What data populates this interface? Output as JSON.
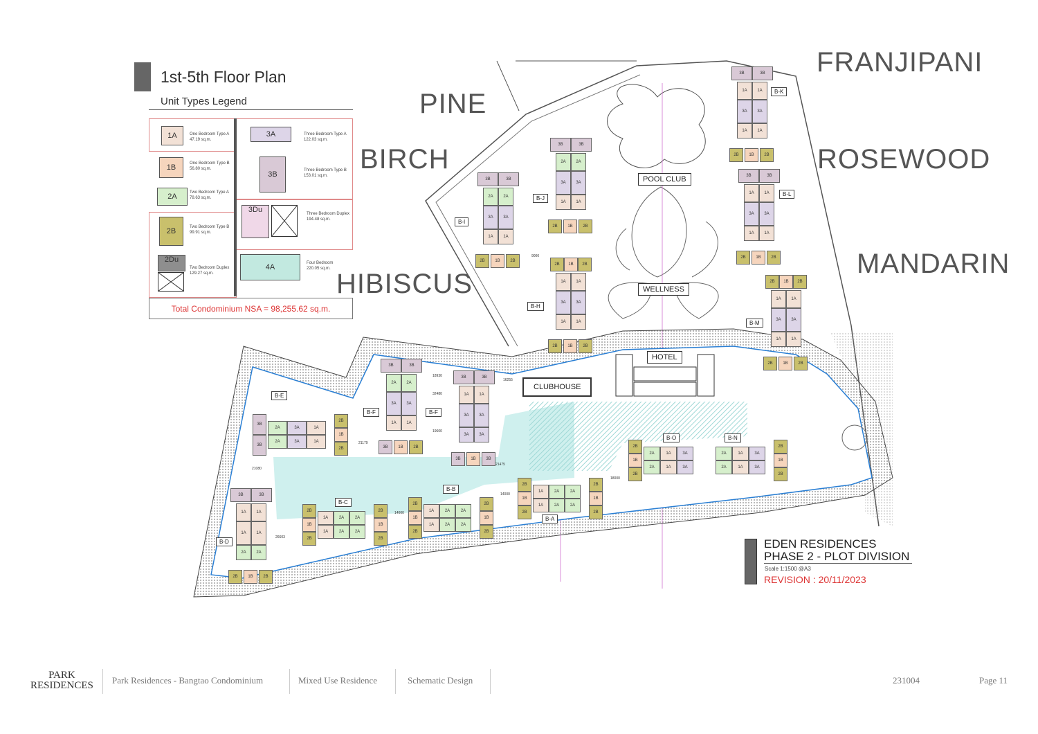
{
  "legend": {
    "title": "1st-5th Floor Plan",
    "subtitle": "Unit Types Legend",
    "units": [
      {
        "code": "1A",
        "name": "One Bedroom Type A",
        "area": "47.19 sq.m.",
        "color": "#f2e1d6"
      },
      {
        "code": "1B",
        "name": "One Bedroom Type B",
        "area": "56.80 sq.m.",
        "color": "#f6d5bd"
      },
      {
        "code": "2A",
        "name": "Two Bedroom Type A",
        "area": "78.63 sq.m.",
        "color": "#d6efcc"
      },
      {
        "code": "2B",
        "name": "Two Bedroom Type B",
        "area": "99.91 sq.m.",
        "color": "#c9c06c"
      },
      {
        "code": "2Du",
        "name": "Two Bedroom Duplex",
        "area": "129.27 sq.m.",
        "color": "#8e8e8e"
      },
      {
        "code": "3A",
        "name": "Three Bedroom Type A",
        "area": "122.03 sq.m.",
        "color": "#ddd5e8"
      },
      {
        "code": "3B",
        "name": "Three Bedroom Type B",
        "area": "153.01 sq.m.",
        "color": "#d9c9d6"
      },
      {
        "code": "3Du",
        "name": "Three Bedroom Duplex",
        "area": "194.48 sq.m.",
        "color": "#f0d8e8"
      },
      {
        "code": "4A",
        "name": "Four Bedroom",
        "area": "220.05 sq.m.",
        "color": "#c2e9e0"
      }
    ],
    "total": "Total Condominium NSA  = 98,255.62 sq.m."
  },
  "zones": [
    "PINE",
    "BIRCH",
    "HIBISCUS",
    "FRANJIPANI",
    "ROSEWOOD",
    "MANDARIN"
  ],
  "facilities": {
    "pool_club": "POOL CLUB",
    "wellness": "WELLNESS",
    "hotel": "HOTEL",
    "clubhouse": "CLUBHOUSE"
  },
  "blocks": [
    {
      "label": "B-K",
      "top": [
        "3B",
        "3B"
      ],
      "pairs": [
        [
          "1A",
          "1A"
        ],
        [
          "3A",
          "3A"
        ],
        [
          "1A",
          "1A"
        ]
      ],
      "bottom": [
        "2B",
        "1B",
        "2B"
      ]
    },
    {
      "label": "B-L",
      "top": [
        "3B",
        "3B"
      ],
      "pairs": [
        [
          "1A",
          "1A"
        ],
        [
          "3A",
          "3A"
        ],
        [
          "1A",
          "1A"
        ]
      ],
      "bottom": [
        "2B",
        "1B",
        "2B"
      ]
    },
    {
      "label": "B-J",
      "top": [
        "3B",
        "3B"
      ],
      "pairs": [
        [
          "2A",
          "2A"
        ],
        [
          "3A",
          "3A"
        ],
        [
          "1A",
          "1A"
        ]
      ],
      "bottom": [
        "2B",
        "1B",
        "2B"
      ]
    },
    {
      "label": "B-I",
      "top": [
        "3B",
        "3B"
      ],
      "pairs": [
        [
          "2A",
          "2A"
        ],
        [
          "3A",
          "3A"
        ],
        [
          "1A",
          "1A"
        ]
      ],
      "bottom": [
        "2B",
        "1B",
        "2B"
      ]
    },
    {
      "label": "B-H",
      "top": [
        "2B",
        "1B",
        "2B"
      ],
      "pairs": [
        [
          "1A",
          "1A"
        ],
        [
          "3A",
          "3A"
        ],
        [
          "1A",
          "1A"
        ]
      ],
      "bottom": [
        "2B",
        "1B",
        "2B"
      ]
    },
    {
      "label": "B-M",
      "top": [
        "2B",
        "1B",
        "2B"
      ],
      "pairs": [
        [
          "1A",
          "1A"
        ],
        [
          "3A",
          "3A"
        ],
        [
          "1A",
          "1A"
        ]
      ],
      "bottom": [
        "2B",
        "1B",
        "2B"
      ]
    },
    {
      "label": "B-F",
      "top": [
        "3B",
        "3B"
      ],
      "pairs": [
        [
          "2A",
          "2A"
        ],
        [
          "3A",
          "3A"
        ],
        [
          "1A",
          "1A"
        ]
      ],
      "bottom": [
        "3B",
        "1B",
        "2B"
      ]
    },
    {
      "label": "B-F",
      "top": [
        "3B",
        "3B"
      ],
      "pairs": [
        [
          "1A",
          "1A"
        ],
        [
          "3A",
          "3A"
        ],
        [
          "3A",
          "3A"
        ]
      ],
      "bottom": [
        "3B",
        "1B",
        "3B"
      ]
    },
    {
      "label": "B-D",
      "top": [
        "3B",
        "3B"
      ],
      "pairs": [
        [
          "1A",
          "1A"
        ],
        [
          "1A",
          "1A"
        ],
        [
          "2A",
          "2A"
        ]
      ],
      "bottom": [
        "2B",
        "1B",
        "2B"
      ]
    },
    {
      "label": "B-E",
      "left": [
        "3B",
        "3B"
      ],
      "rows": [
        [
          "2A",
          "3A",
          "1A"
        ],
        [
          "2A",
          "3A",
          "1A"
        ]
      ],
      "right": [
        "2B",
        "1B",
        "2B"
      ]
    },
    {
      "label": "B-C",
      "left": [
        "2B",
        "1B",
        "2B"
      ],
      "rows": [
        [
          "1A",
          "2A",
          "2A"
        ],
        [
          "1A",
          "2A",
          "2A"
        ]
      ],
      "right": [
        "2B",
        "1B",
        "2B"
      ]
    },
    {
      "label": "B-B",
      "left": [
        "2B",
        "1B",
        "2B"
      ],
      "rows": [
        [
          "1A",
          "2A",
          "2A"
        ],
        [
          "1A",
          "2A",
          "2A"
        ]
      ],
      "right": [
        "2B",
        "1B",
        "2B"
      ]
    },
    {
      "label": "B-A",
      "left": [
        "2B",
        "1B",
        "2B"
      ],
      "rows": [
        [
          "1A",
          "2A",
          "2A"
        ],
        [
          "1A",
          "2A",
          "2A"
        ]
      ],
      "right": [
        "2B",
        "1B",
        "2B"
      ]
    },
    {
      "label": "B-O",
      "left": [
        "2B",
        "1B",
        "2B"
      ],
      "rows": [
        [
          "2A",
          "1A",
          "3A"
        ],
        [
          "2A",
          "1A",
          "3A"
        ]
      ],
      "right": []
    },
    {
      "label": "B-N",
      "left": [],
      "rows": [
        [
          "2A",
          "1A",
          "3A"
        ],
        [
          "2A",
          "1A",
          "3A"
        ]
      ],
      "right": [
        "2B",
        "1B",
        "2B"
      ]
    }
  ],
  "dimensions": [
    "18930",
    "32480",
    "19600",
    "21179",
    "14000",
    "14000",
    "18000",
    "26603",
    "21080",
    "9000",
    "16255",
    "21475"
  ],
  "title_block": {
    "line1": "EDEN RESIDENCES",
    "line2": "PHASE 2 - PLOT DIVISION",
    "scale": "Scale 1:1500 @A3",
    "revision": "REVISION : 20/11/2023"
  },
  "footer": {
    "logo_line1": "PARK",
    "logo_line2": "RESIDENCES",
    "project": "Park Residences - Bangtao Condominium",
    "type": "Mixed Use Residence",
    "stage": "Schematic Design",
    "code": "231004",
    "page": "Page 11"
  }
}
